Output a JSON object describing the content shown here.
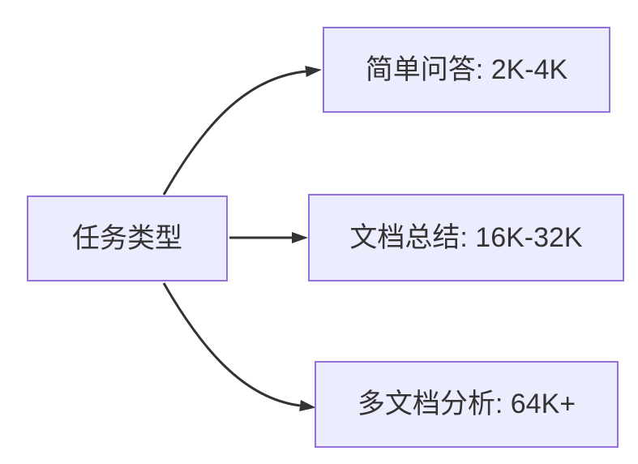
{
  "diagram": {
    "type": "flowchart",
    "direction": "left-to-right",
    "root": {
      "label": "任务类型"
    },
    "branches": [
      {
        "label": "简单问答: 2K-4K"
      },
      {
        "label": "文档总结: 16K-32K"
      },
      {
        "label": "多文档分析: 64K+"
      }
    ],
    "edges": [
      {
        "from": "任务类型",
        "to": "简单问答: 2K-4K",
        "shape": "curved-up",
        "arrow": "filled-triangle"
      },
      {
        "from": "任务类型",
        "to": "文档总结: 16K-32K",
        "shape": "straight",
        "arrow": "filled-triangle"
      },
      {
        "from": "任务类型",
        "to": "多文档分析: 64K+",
        "shape": "curved-down",
        "arrow": "filled-triangle"
      }
    ],
    "colors": {
      "node_fill": "#ECECFF",
      "node_border": "#9370DB",
      "edge_stroke": "#333333",
      "label_text": "#333333",
      "background": "#FFFFFF"
    }
  }
}
